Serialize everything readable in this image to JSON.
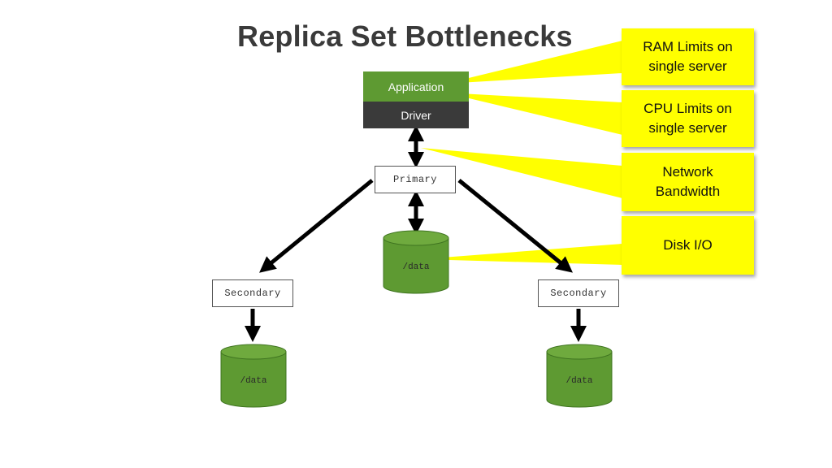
{
  "title": "Replica Set Bottlenecks",
  "stack": {
    "application_label": "Application",
    "driver_label": "Driver"
  },
  "nodes": {
    "primary_label": "Primary",
    "secondary_left_label": "Secondary",
    "secondary_right_label": "Secondary"
  },
  "disks": {
    "primary_label": "/data",
    "secondary_left_label": "/data",
    "secondary_right_label": "/data"
  },
  "callouts": [
    {
      "text": "RAM Limits on single server"
    },
    {
      "text": "CPU Limits on single server"
    },
    {
      "text": "Network Bandwidth"
    },
    {
      "text": "Disk I/O"
    }
  ],
  "colors": {
    "application": "#5e9a32",
    "driver": "#3a3a3a",
    "disk": "#5e9a32",
    "callout": "#ffff00"
  }
}
